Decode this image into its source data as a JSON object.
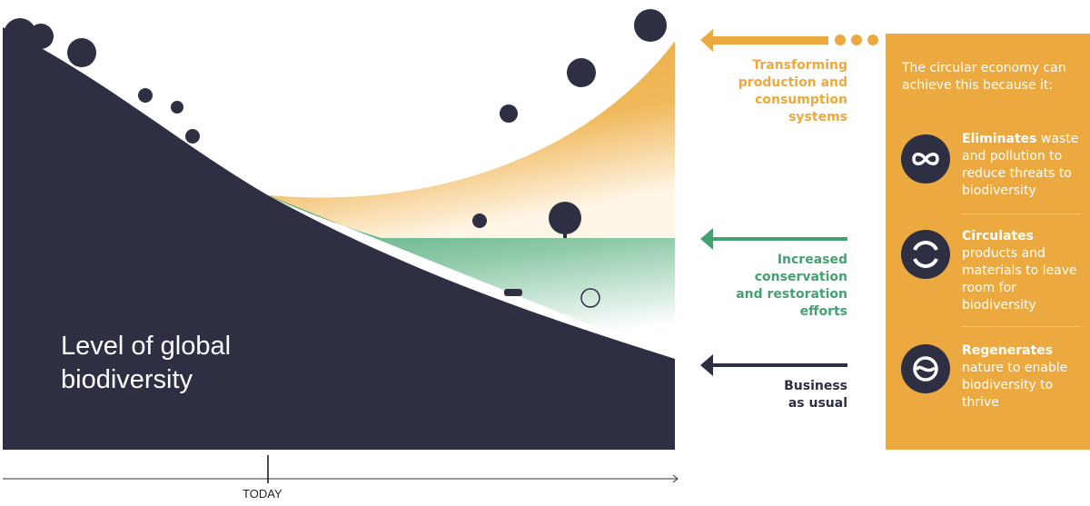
{
  "diagram": {
    "main_label": [
      "Level of global",
      "biodiversity"
    ],
    "axis_label": "TODAY",
    "scenarios": [
      {
        "label": [
          "Transforming",
          "production and",
          "consumption",
          "systems"
        ],
        "color": "#eba93f"
      },
      {
        "label": [
          "Increased",
          "conservation",
          "and restoration",
          "efforts"
        ],
        "color": "#45a172"
      },
      {
        "label": [
          "Business",
          "as usual"
        ],
        "color": "#2e2f43"
      }
    ]
  },
  "panel": {
    "intro": "The circular economy can achieve this because it:",
    "items": [
      {
        "bold": "Eliminates",
        "text": " waste and pollution to reduce threats to biodiversity",
        "icon": "infinity-icon"
      },
      {
        "bold": "Circulates",
        "text": " products and materials to leave room for biodiversity",
        "icon": "circular-arrows-icon"
      },
      {
        "bold": "Regenerates",
        "text": " nature to enable biodiversity to thrive",
        "icon": "regenerate-icon"
      }
    ],
    "color": "#eba93f"
  }
}
